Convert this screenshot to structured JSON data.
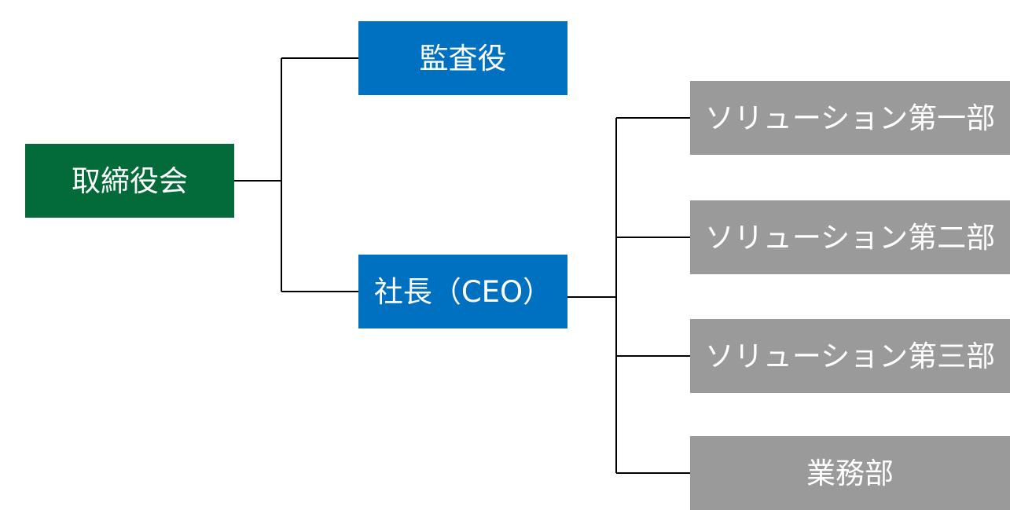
{
  "colors": {
    "board": "#036b3a",
    "executive": "#0070c0",
    "department": "#9a9a9a",
    "connector": "#000000"
  },
  "nodes": {
    "board": "取締役会",
    "auditor": "監査役",
    "ceo": "社長（CEO）",
    "departments": [
      "ソリューション第一部",
      "ソリューション第二部",
      "ソリューション第三部",
      "業務部"
    ]
  }
}
